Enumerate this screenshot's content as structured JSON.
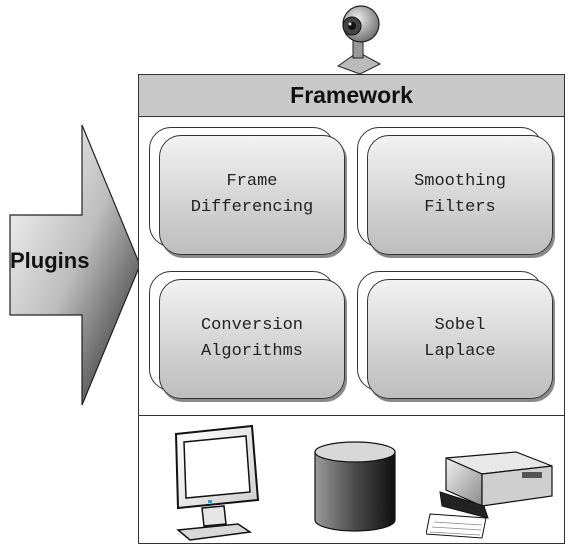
{
  "framework": {
    "title": "Framework"
  },
  "plugins": {
    "label": "Plugins"
  },
  "modules": [
    {
      "line1": "Frame",
      "line2": "Differencing"
    },
    {
      "line1": "Smoothing",
      "line2": "Filters"
    },
    {
      "line1": "Conversion",
      "line2": "Algorithms"
    },
    {
      "line1": "Sobel",
      "line2": "Laplace"
    }
  ],
  "icons": {
    "input": "webcam-icon",
    "outputs": [
      "monitor-icon",
      "database-icon",
      "printer-icon"
    ]
  }
}
